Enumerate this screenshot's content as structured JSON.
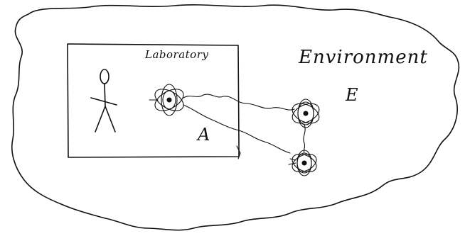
{
  "labels": {
    "laboratory": "Laboratory",
    "environment": "Environment",
    "system_a": "A",
    "system_e": "E"
  },
  "colors": {
    "ink": "#111111",
    "background": "#ffffff"
  },
  "icons": {
    "observer": "stick-figure-icon",
    "atom": "atom-icon"
  }
}
